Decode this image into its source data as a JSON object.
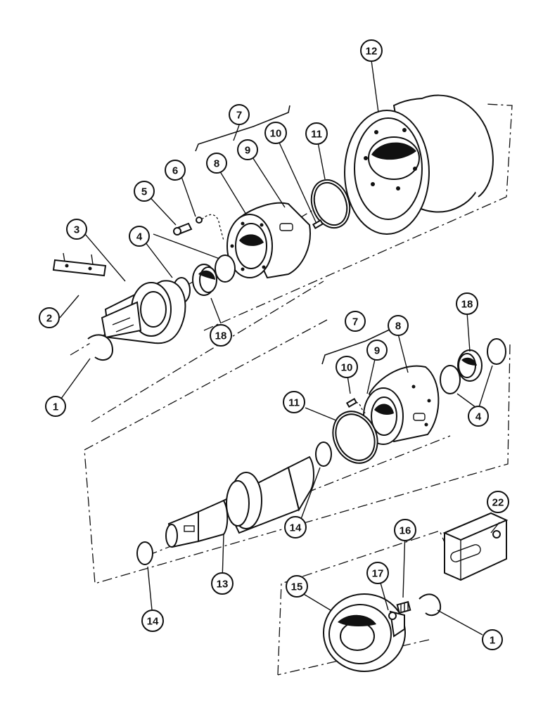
{
  "diagram": {
    "callouts": [
      {
        "id": "c1a",
        "label": "1"
      },
      {
        "id": "c1b",
        "label": "1"
      },
      {
        "id": "c2",
        "label": "2"
      },
      {
        "id": "c3",
        "label": "3"
      },
      {
        "id": "c4a",
        "label": "4"
      },
      {
        "id": "c4b",
        "label": "4"
      },
      {
        "id": "c5",
        "label": "5"
      },
      {
        "id": "c6",
        "label": "6"
      },
      {
        "id": "c7a",
        "label": "7"
      },
      {
        "id": "c7b",
        "label": "7"
      },
      {
        "id": "c8a",
        "label": "8"
      },
      {
        "id": "c8b",
        "label": "8"
      },
      {
        "id": "c9a",
        "label": "9"
      },
      {
        "id": "c9b",
        "label": "9"
      },
      {
        "id": "c10a",
        "label": "10"
      },
      {
        "id": "c10b",
        "label": "10"
      },
      {
        "id": "c11a",
        "label": "11"
      },
      {
        "id": "c11b",
        "label": "11"
      },
      {
        "id": "c12",
        "label": "12"
      },
      {
        "id": "c13",
        "label": "13"
      },
      {
        "id": "c14a",
        "label": "14"
      },
      {
        "id": "c14b",
        "label": "14"
      },
      {
        "id": "c15",
        "label": "15"
      },
      {
        "id": "c16",
        "label": "16"
      },
      {
        "id": "c17",
        "label": "17"
      },
      {
        "id": "c18a",
        "label": "18"
      },
      {
        "id": "c18b",
        "label": "18"
      },
      {
        "id": "c22",
        "label": "22"
      }
    ]
  }
}
